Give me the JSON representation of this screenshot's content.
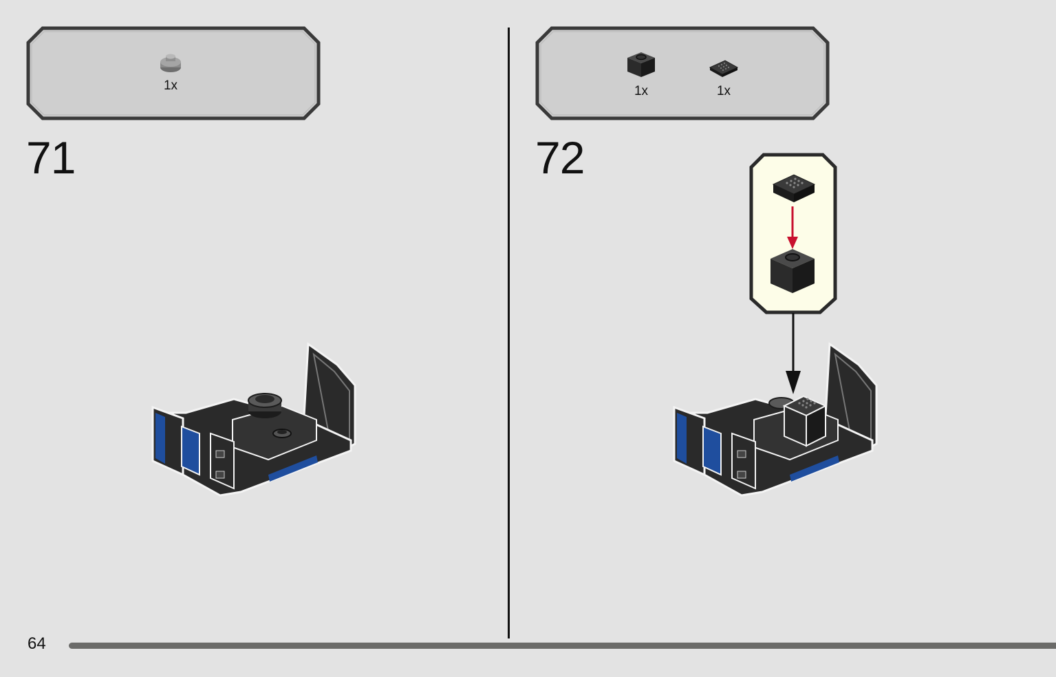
{
  "page": {
    "number": "64"
  },
  "steps": [
    {
      "number": "71",
      "parts": [
        {
          "icon": "round-plate-gray-icon",
          "quantity": "1x",
          "color": "#7a7a7a"
        }
      ]
    },
    {
      "number": "72",
      "parts": [
        {
          "icon": "brick-1x1-black-icon",
          "quantity": "1x",
          "color": "#2b2b2b"
        },
        {
          "icon": "tile-2x2-black-icon",
          "quantity": "1x",
          "color": "#2b2b2b"
        }
      ],
      "callout": {
        "background": "#fdfde8",
        "arrow_color": "#c8102e"
      }
    }
  ],
  "colors": {
    "background": "#e3e3e3",
    "parts_box": "#cfcfcf",
    "black_brick": "#2a2a2a",
    "blue_sticker": "#1f4e9e"
  }
}
